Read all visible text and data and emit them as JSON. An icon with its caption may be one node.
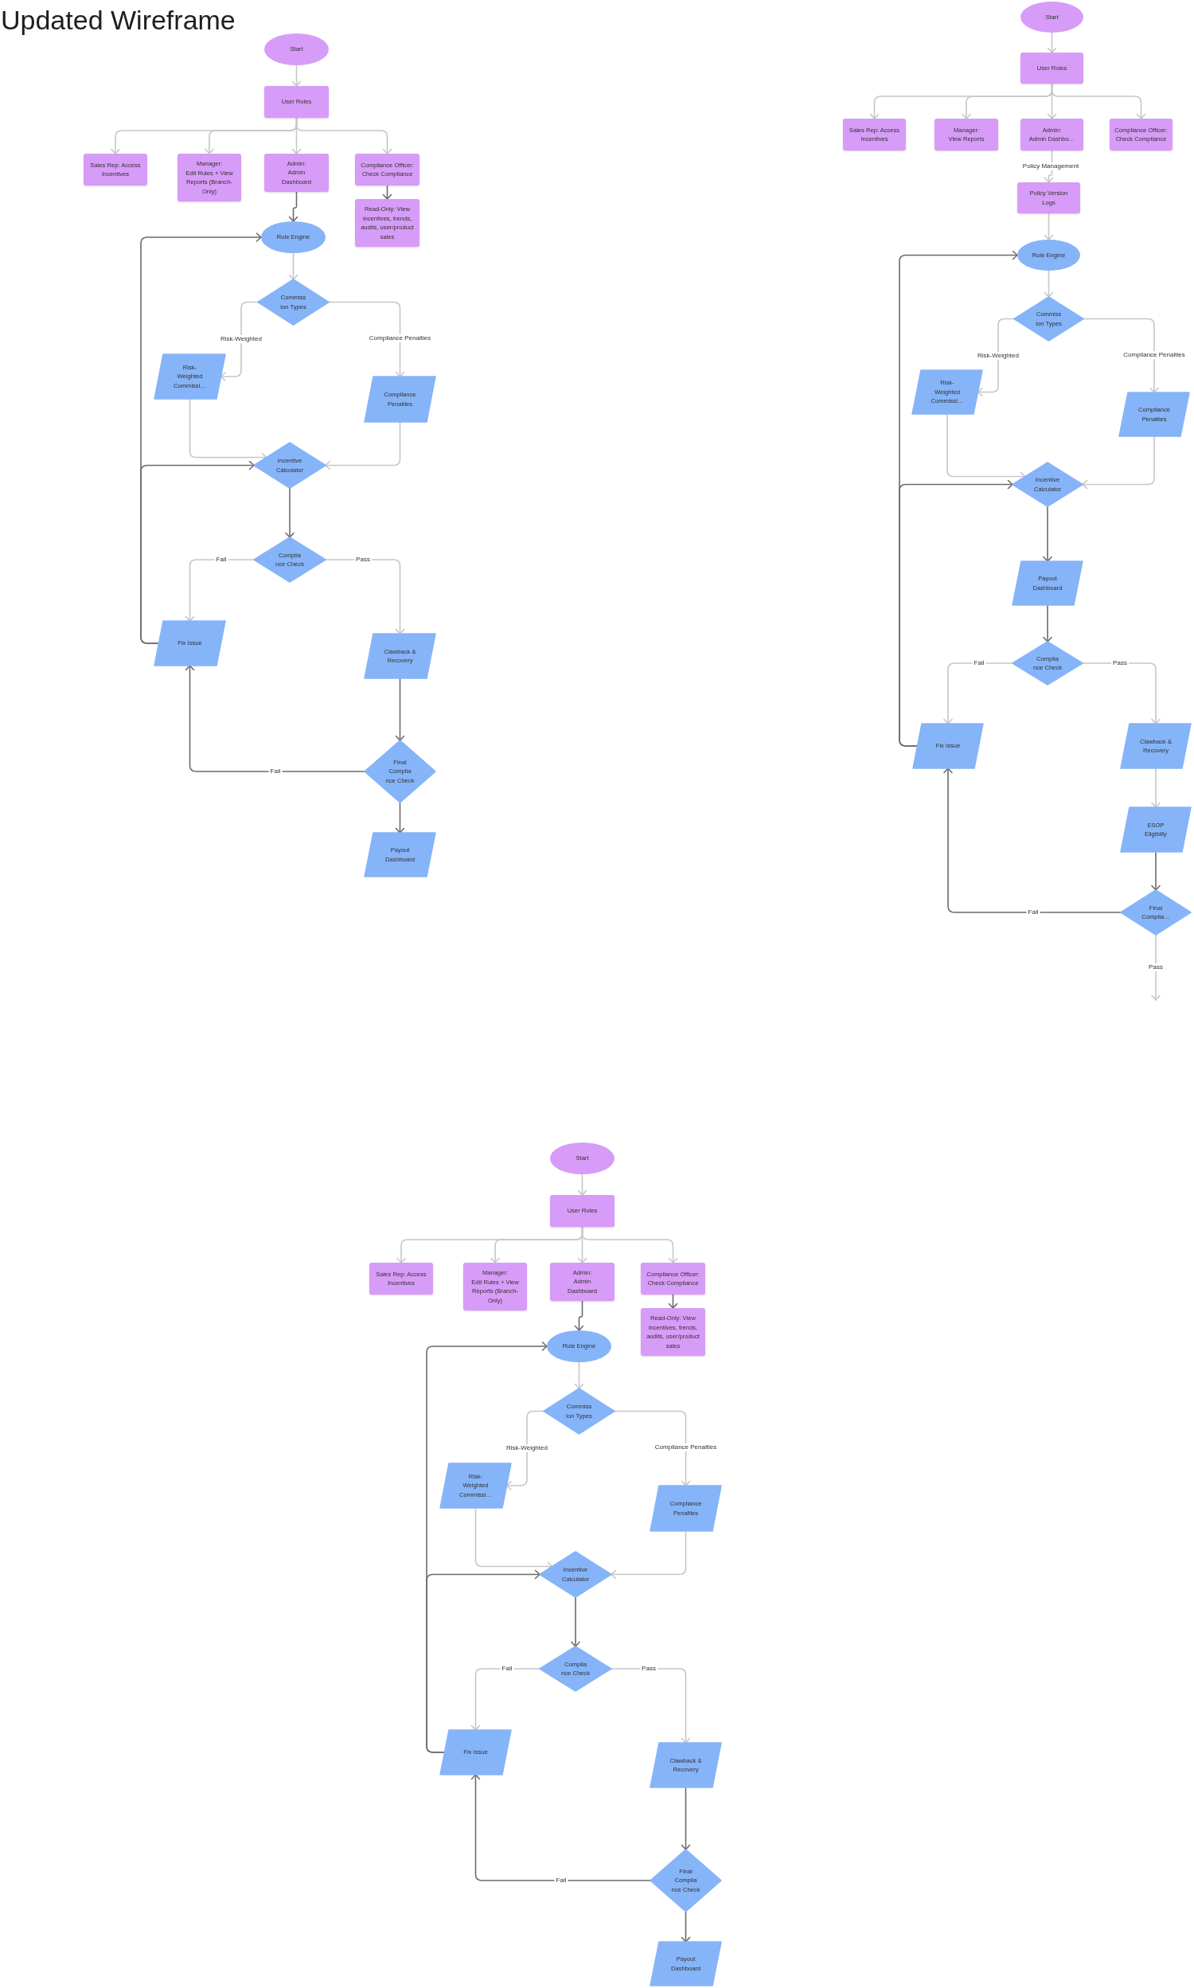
{
  "diagram": {
    "title": "Updated Wireframe",
    "nodes": [
      {
        "text": [
          "Start"
        ]
      },
      {
        "text": [
          "User Roles"
        ]
      },
      {
        "text": [
          "Sales Rep: Access Incentives"
        ]
      },
      {
        "text": [
          "Manager:",
          "Edit Rules + View Reports (Branch- Only)"
        ]
      },
      {
        "text": [
          "Admin:",
          "Admin Dashboard"
        ]
      },
      {
        "text": [
          "Compliance Officer:",
          "Check Compliance"
        ]
      },
      {
        "text": [
          "Read-Only: View incentives, trends, audits, user/product sales"
        ]
      },
      {
        "text": [
          "Rule Engine"
        ]
      },
      {
        "text": [
          "Commiss ion Types"
        ]
      },
      {
        "text": [
          "Risk- Weighted Commissi…"
        ]
      },
      {
        "text": [
          "Compliance Penalties"
        ]
      },
      {
        "text": [
          "Incentive Calculator"
        ]
      },
      {
        "text": [
          "Complia nce Check"
        ]
      },
      {
        "text": [
          "Fix Issue"
        ]
      },
      {
        "text": [
          "Clawback & Recovery"
        ]
      },
      {
        "text": [
          "Final Complia nce Check"
        ]
      },
      {
        "text": [
          "Payout Dashboard"
        ]
      },
      {
        "text": [
          "Start"
        ]
      },
      {
        "text": [
          "User Roles"
        ]
      },
      {
        "text": [
          "Sales Rep: Access Incentives"
        ]
      },
      {
        "text": [
          "Manager:",
          "View Reports"
        ]
      },
      {
        "text": [
          "Admin:",
          "Admin Dashbo…"
        ]
      },
      {
        "text": [
          "Compliance Officer:",
          "Check Compliance"
        ]
      },
      {
        "text": [
          "Policy Version Logs"
        ]
      },
      {
        "text": [
          "Rule Engine"
        ]
      },
      {
        "text": [
          "Commiss ion Types"
        ]
      },
      {
        "text": [
          "Risk- Weighted Commissi…"
        ]
      },
      {
        "text": [
          "Compliance Penalties"
        ]
      },
      {
        "text": [
          "Incentive Calculator"
        ]
      },
      {
        "text": [
          "Payout Dashboard"
        ]
      },
      {
        "text": [
          "Complia nce Check"
        ]
      },
      {
        "text": [
          "Fix Issue"
        ]
      },
      {
        "text": [
          "Clawback & Recovery"
        ]
      },
      {
        "text": [
          "ESOP Eligibilty"
        ]
      },
      {
        "text": [
          "Final Complia…"
        ]
      },
      {
        "text": [
          "Start"
        ]
      },
      {
        "text": [
          "User Roles"
        ]
      },
      {
        "text": [
          "Sales Rep: Access Incentives"
        ]
      },
      {
        "text": [
          "Manager:",
          "Edit Rules + View Reports (Branch- Only)"
        ]
      },
      {
        "text": [
          "Admin:",
          "Admin Dashboard"
        ]
      },
      {
        "text": [
          "Compliance Officer:",
          "Check Compliance"
        ]
      },
      {
        "text": [
          "Read-Only: View incentives, trends, audits, user/product sales"
        ]
      },
      {
        "text": [
          "Rule Engine"
        ]
      },
      {
        "text": [
          "Commiss ion Types"
        ]
      },
      {
        "text": [
          "Risk- Weighted Commissi…"
        ]
      },
      {
        "text": [
          "Compliance Penalties"
        ]
      },
      {
        "text": [
          "Incentive Calculator"
        ]
      },
      {
        "text": [
          "Complia nce Check"
        ]
      },
      {
        "text": [
          "Fix Issue"
        ]
      },
      {
        "text": [
          "Clawback & Recovery"
        ]
      },
      {
        "text": [
          "Final Complia nce Check"
        ]
      },
      {
        "text": [
          "Payout Dashboard"
        ]
      }
    ],
    "edges": [
      {
        "from": 0,
        "to": 1,
        "arrow": "to"
      },
      {
        "from": 1,
        "to": 2,
        "arrow": "to"
      },
      {
        "from": 1,
        "to": 3,
        "arrow": "to"
      },
      {
        "from": 1,
        "to": 4,
        "arrow": "to"
      },
      {
        "from": 1,
        "to": 5,
        "arrow": "to"
      },
      {
        "from": 5,
        "to": 6,
        "arrow": "to",
        "color": "#6b6b6b"
      },
      {
        "from": 4,
        "to": 7,
        "arrow": "to",
        "color": "#6b6b6b"
      },
      {
        "from": 7,
        "to": 8,
        "arrow": "to"
      },
      {
        "from": 8,
        "to": 9,
        "arrow": "to",
        "label": "Risk-Weighted"
      },
      {
        "from": 8,
        "to": 10,
        "arrow": "to",
        "label": "Compliance Penalties"
      },
      {
        "from": 9,
        "to": 11,
        "arrow": "to"
      },
      {
        "from": 10,
        "to": 11,
        "arrow": "to"
      },
      {
        "from": 11,
        "to": 12,
        "arrow": "to",
        "color": "#6b6b6b"
      },
      {
        "from": 12,
        "to": 13,
        "arrow": "to",
        "label": "Fail"
      },
      {
        "from": 12,
        "to": 14,
        "arrow": "to",
        "label": "Pass"
      },
      {
        "from": 14,
        "to": 15,
        "arrow": "to",
        "color": "#6b6b6b"
      },
      {
        "from": 15,
        "to": 13,
        "arrow": "to",
        "label": "Fail",
        "color": "#6b6b6b"
      },
      {
        "from": 15,
        "to": 16,
        "arrow": "to",
        "color": "#6b6b6b"
      },
      {
        "from": 13,
        "to": 7,
        "arrow": "to",
        "color": "#6b6b6b"
      },
      {
        "from": 13,
        "to": 11,
        "arrow": "to",
        "color": "#6b6b6b"
      },
      {
        "from": 17,
        "to": 18,
        "arrow": "to"
      },
      {
        "from": 18,
        "to": 19,
        "arrow": "to"
      },
      {
        "from": 18,
        "to": 20,
        "arrow": "to"
      },
      {
        "from": 18,
        "to": 21,
        "arrow": "to"
      },
      {
        "from": 18,
        "to": 22,
        "arrow": "to"
      },
      {
        "from": 21,
        "to": 23,
        "arrow": "to",
        "label": "Policy Management"
      },
      {
        "from": 23,
        "to": 24,
        "arrow": "to"
      },
      {
        "from": 24,
        "to": 25,
        "arrow": "to"
      },
      {
        "from": 25,
        "to": 26,
        "arrow": "to",
        "label": "Risk-Weighted"
      },
      {
        "from": 25,
        "to": 27,
        "arrow": "to",
        "label": "Compliance Penalties"
      },
      {
        "from": 26,
        "to": 28,
        "arrow": "to"
      },
      {
        "from": 27,
        "to": 28,
        "arrow": "to"
      },
      {
        "from": 28,
        "to": 29,
        "arrow": "to",
        "color": "#6b6b6b"
      },
      {
        "from": 29,
        "to": 30,
        "arrow": "to",
        "color": "#6b6b6b"
      },
      {
        "from": 30,
        "to": 31,
        "arrow": "to",
        "label": "Fail"
      },
      {
        "from": 30,
        "to": 32,
        "arrow": "to",
        "label": "Pass"
      },
      {
        "from": 32,
        "to": 33,
        "arrow": "to"
      },
      {
        "from": 33,
        "to": 34,
        "arrow": "to",
        "color": "#6b6b6b"
      },
      {
        "from": 34,
        "to": 31,
        "arrow": "to",
        "label": "Fail",
        "color": "#6b6b6b"
      },
      {
        "from": 34,
        "to": null,
        "arrow": "to",
        "label": "Pass"
      },
      {
        "from": 31,
        "to": 24,
        "arrow": "to",
        "color": "#6b6b6b"
      },
      {
        "from": 31,
        "to": 28,
        "arrow": "to",
        "color": "#6b6b6b"
      },
      {
        "from": 35,
        "to": 36,
        "arrow": "to"
      },
      {
        "from": 36,
        "to": 37,
        "arrow": "to"
      },
      {
        "from": 36,
        "to": 38,
        "arrow": "to"
      },
      {
        "from": 36,
        "to": 39,
        "arrow": "to"
      },
      {
        "from": 36,
        "to": 40,
        "arrow": "to"
      },
      {
        "from": 40,
        "to": 41,
        "arrow": "to",
        "color": "#6b6b6b"
      },
      {
        "from": 39,
        "to": 42,
        "arrow": "to",
        "color": "#6b6b6b"
      },
      {
        "from": 42,
        "to": 43,
        "arrow": "to"
      },
      {
        "from": 43,
        "to": 44,
        "arrow": "to",
        "label": "Risk-Weighted"
      },
      {
        "from": 43,
        "to": 45,
        "arrow": "to",
        "label": "Compliance Penalties"
      },
      {
        "from": 44,
        "to": 46,
        "arrow": "to"
      },
      {
        "from": 45,
        "to": 46,
        "arrow": "to"
      },
      {
        "from": 46,
        "to": 47,
        "arrow": "to",
        "color": "#6b6b6b"
      },
      {
        "from": 47,
        "to": 48,
        "arrow": "to",
        "label": "Fail"
      },
      {
        "from": 47,
        "to": 49,
        "arrow": "to",
        "label": "Pass"
      },
      {
        "from": 49,
        "to": 50,
        "arrow": "to",
        "color": "#6b6b6b"
      },
      {
        "from": 50,
        "to": 48,
        "arrow": "to",
        "label": "Fail",
        "color": "#6b6b6b"
      },
      {
        "from": 50,
        "to": 51,
        "arrow": "to",
        "color": "#6b6b6b"
      },
      {
        "from": 48,
        "to": 42,
        "arrow": "to",
        "color": "#6b6b6b"
      },
      {
        "from": 48,
        "to": 46,
        "arrow": "to",
        "color": "#6b6b6b"
      }
    ]
  }
}
